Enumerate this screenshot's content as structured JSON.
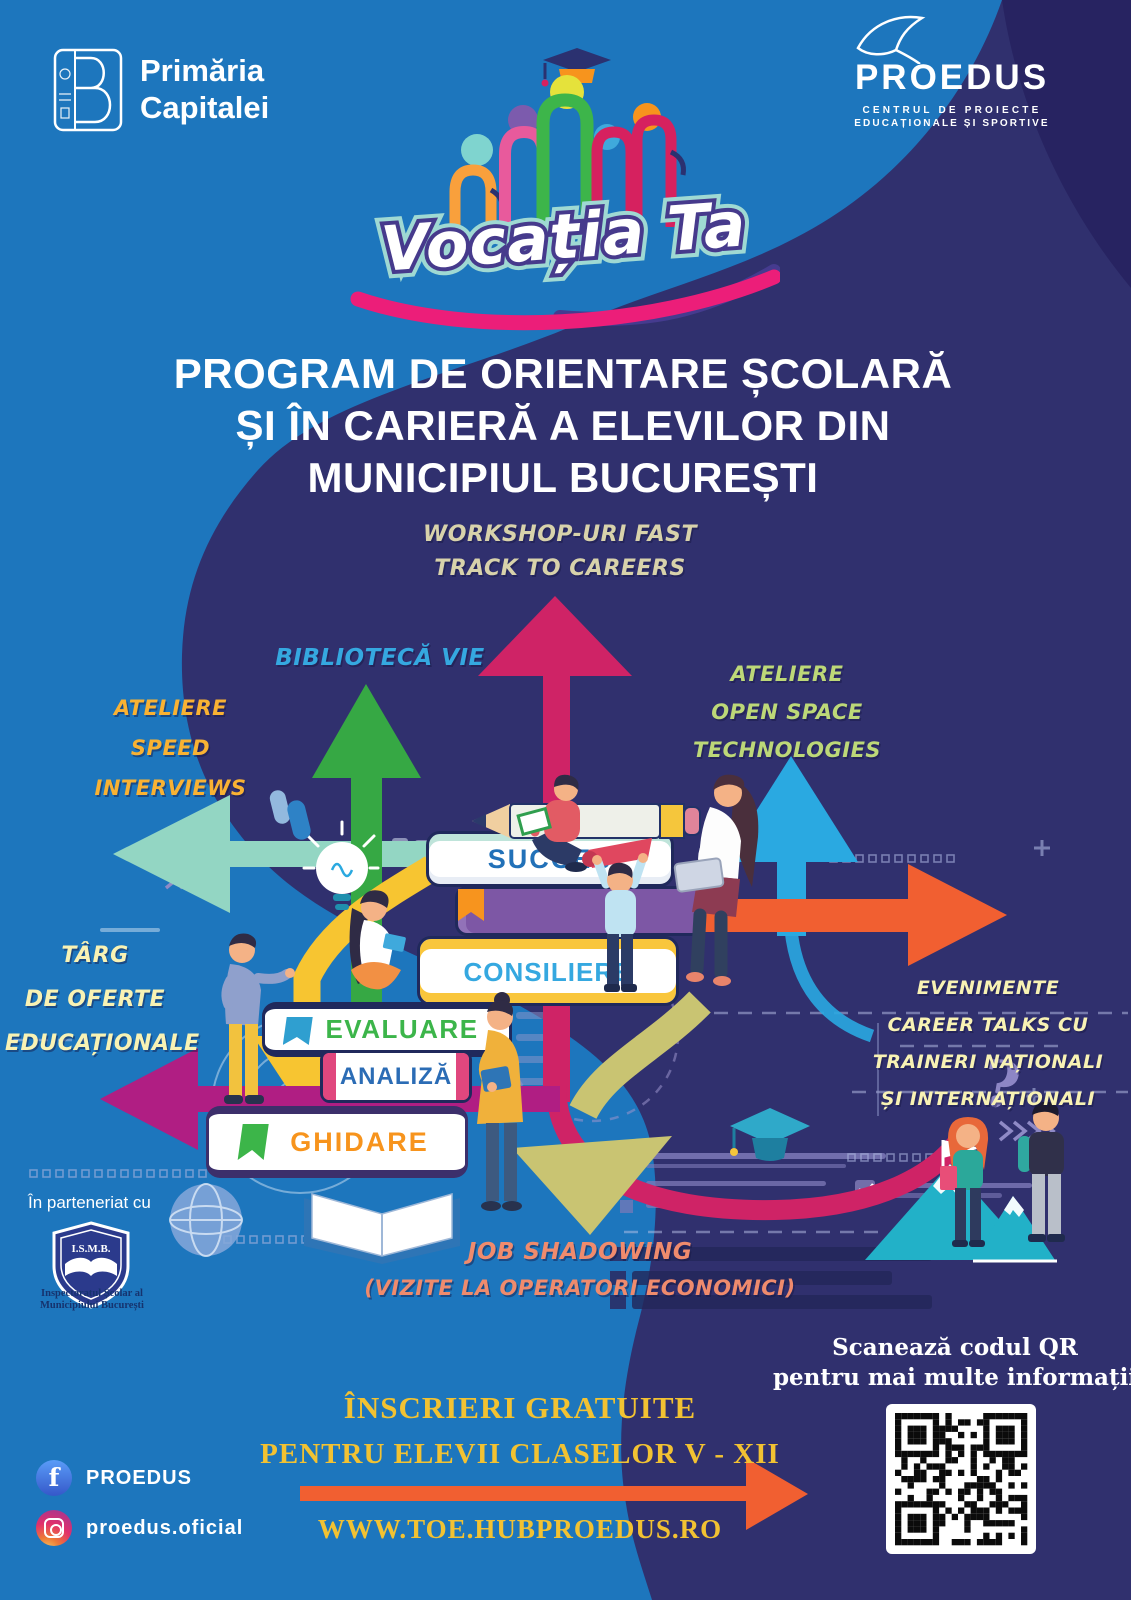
{
  "palette": {
    "background_blue": "#1d76bd",
    "background_navy": "#30306e",
    "corner_navy": "#272361",
    "arrow_red": "#cf2366",
    "arrow_green": "#36a844",
    "arrow_mint": "#93d6c3",
    "arrow_blue": "#2aa9e1",
    "arrow_orange": "#f15f31",
    "arrow_magenta": "#b01e83",
    "arrow_yellow": "#f7c531",
    "arrow_olive": "#c9c472",
    "accent_pink": "#ec1e79",
    "book_purple": "#7d57a5",
    "text_pale_yellow": "#f8f2b4",
    "text_gold": "#f2c232"
  },
  "header": {
    "primaria": {
      "line1": "Primăria",
      "line2": "Capitalei"
    },
    "proedus": {
      "name": "PROEDUS",
      "tagline1": "CENTRUL DE PROIECTE",
      "tagline2": "EDUCAȚIONALE ȘI SPORTIVE"
    }
  },
  "logo": {
    "script": "Vocația Ta"
  },
  "title": {
    "line1": "PROGRAM DE ORIENTARE ȘCOLARĂ",
    "line2": "ȘI ÎN CARIERĂ A ELEVILOR DIN",
    "line3": "MUNICIPIUL BUCUREȘTI"
  },
  "activities": {
    "workshops": {
      "line1": "WORKSHOP-URI FAST",
      "line2": "TRACK TO CAREERS",
      "color": "#d8d2ab"
    },
    "biblioteca": {
      "line1": "BIBLIOTECĂ VIE",
      "color": "#35a8e0"
    },
    "speed": {
      "line1": "ATELIERE",
      "line2": "SPEED",
      "line3": "INTERVIEWS",
      "color": "#f9b233"
    },
    "openspace": {
      "line1": "ATELIERE",
      "line2": "OPEN SPACE",
      "line3": "TECHNOLOGIES",
      "color": "#bdd878"
    },
    "targ": {
      "line1": "TÂRG",
      "line2": "DE OFERTE",
      "line3": "EDUCAȚIONALE",
      "color": "#f8f2b4"
    },
    "evenimente": {
      "line1": "EVENIMENTE",
      "line2": "CAREER TALKS CU",
      "line3": "TRAINERI NAȚIONALI",
      "line4": "ȘI INTERNAȚIONALI",
      "color": "#f8f2b4"
    },
    "jobshadowing": {
      "line1": "JOB SHADOWING",
      "line2": "(VIZITE LA OPERATORI ECONOMICI)",
      "color": "#ef8b6d"
    }
  },
  "books": {
    "succes": "SUCCES",
    "consiliere": "CONSILIERE",
    "evaluare": "EVALUARE",
    "analiza": "ANALIZĂ",
    "ghidare": "GHIDARE"
  },
  "partner": {
    "label": "În parteneriat cu",
    "shield": "I.S.M.B.",
    "caption1": "Inspectoratul Școlar al",
    "caption2": "Municipiului București"
  },
  "social": {
    "facebook": "PROEDUS",
    "instagram": "proedus.oficial"
  },
  "registration": {
    "line1": "ÎNSCRIERI GRATUITE",
    "line2": "PENTRU ELEVII CLASELOR V - XII",
    "website": "WWW.TOE.HUBPROEDUS.RO"
  },
  "qr": {
    "line1": "Scanează codul QR",
    "line2": "pentru mai multe informații"
  },
  "doodles": {
    "question_mark": "?"
  }
}
